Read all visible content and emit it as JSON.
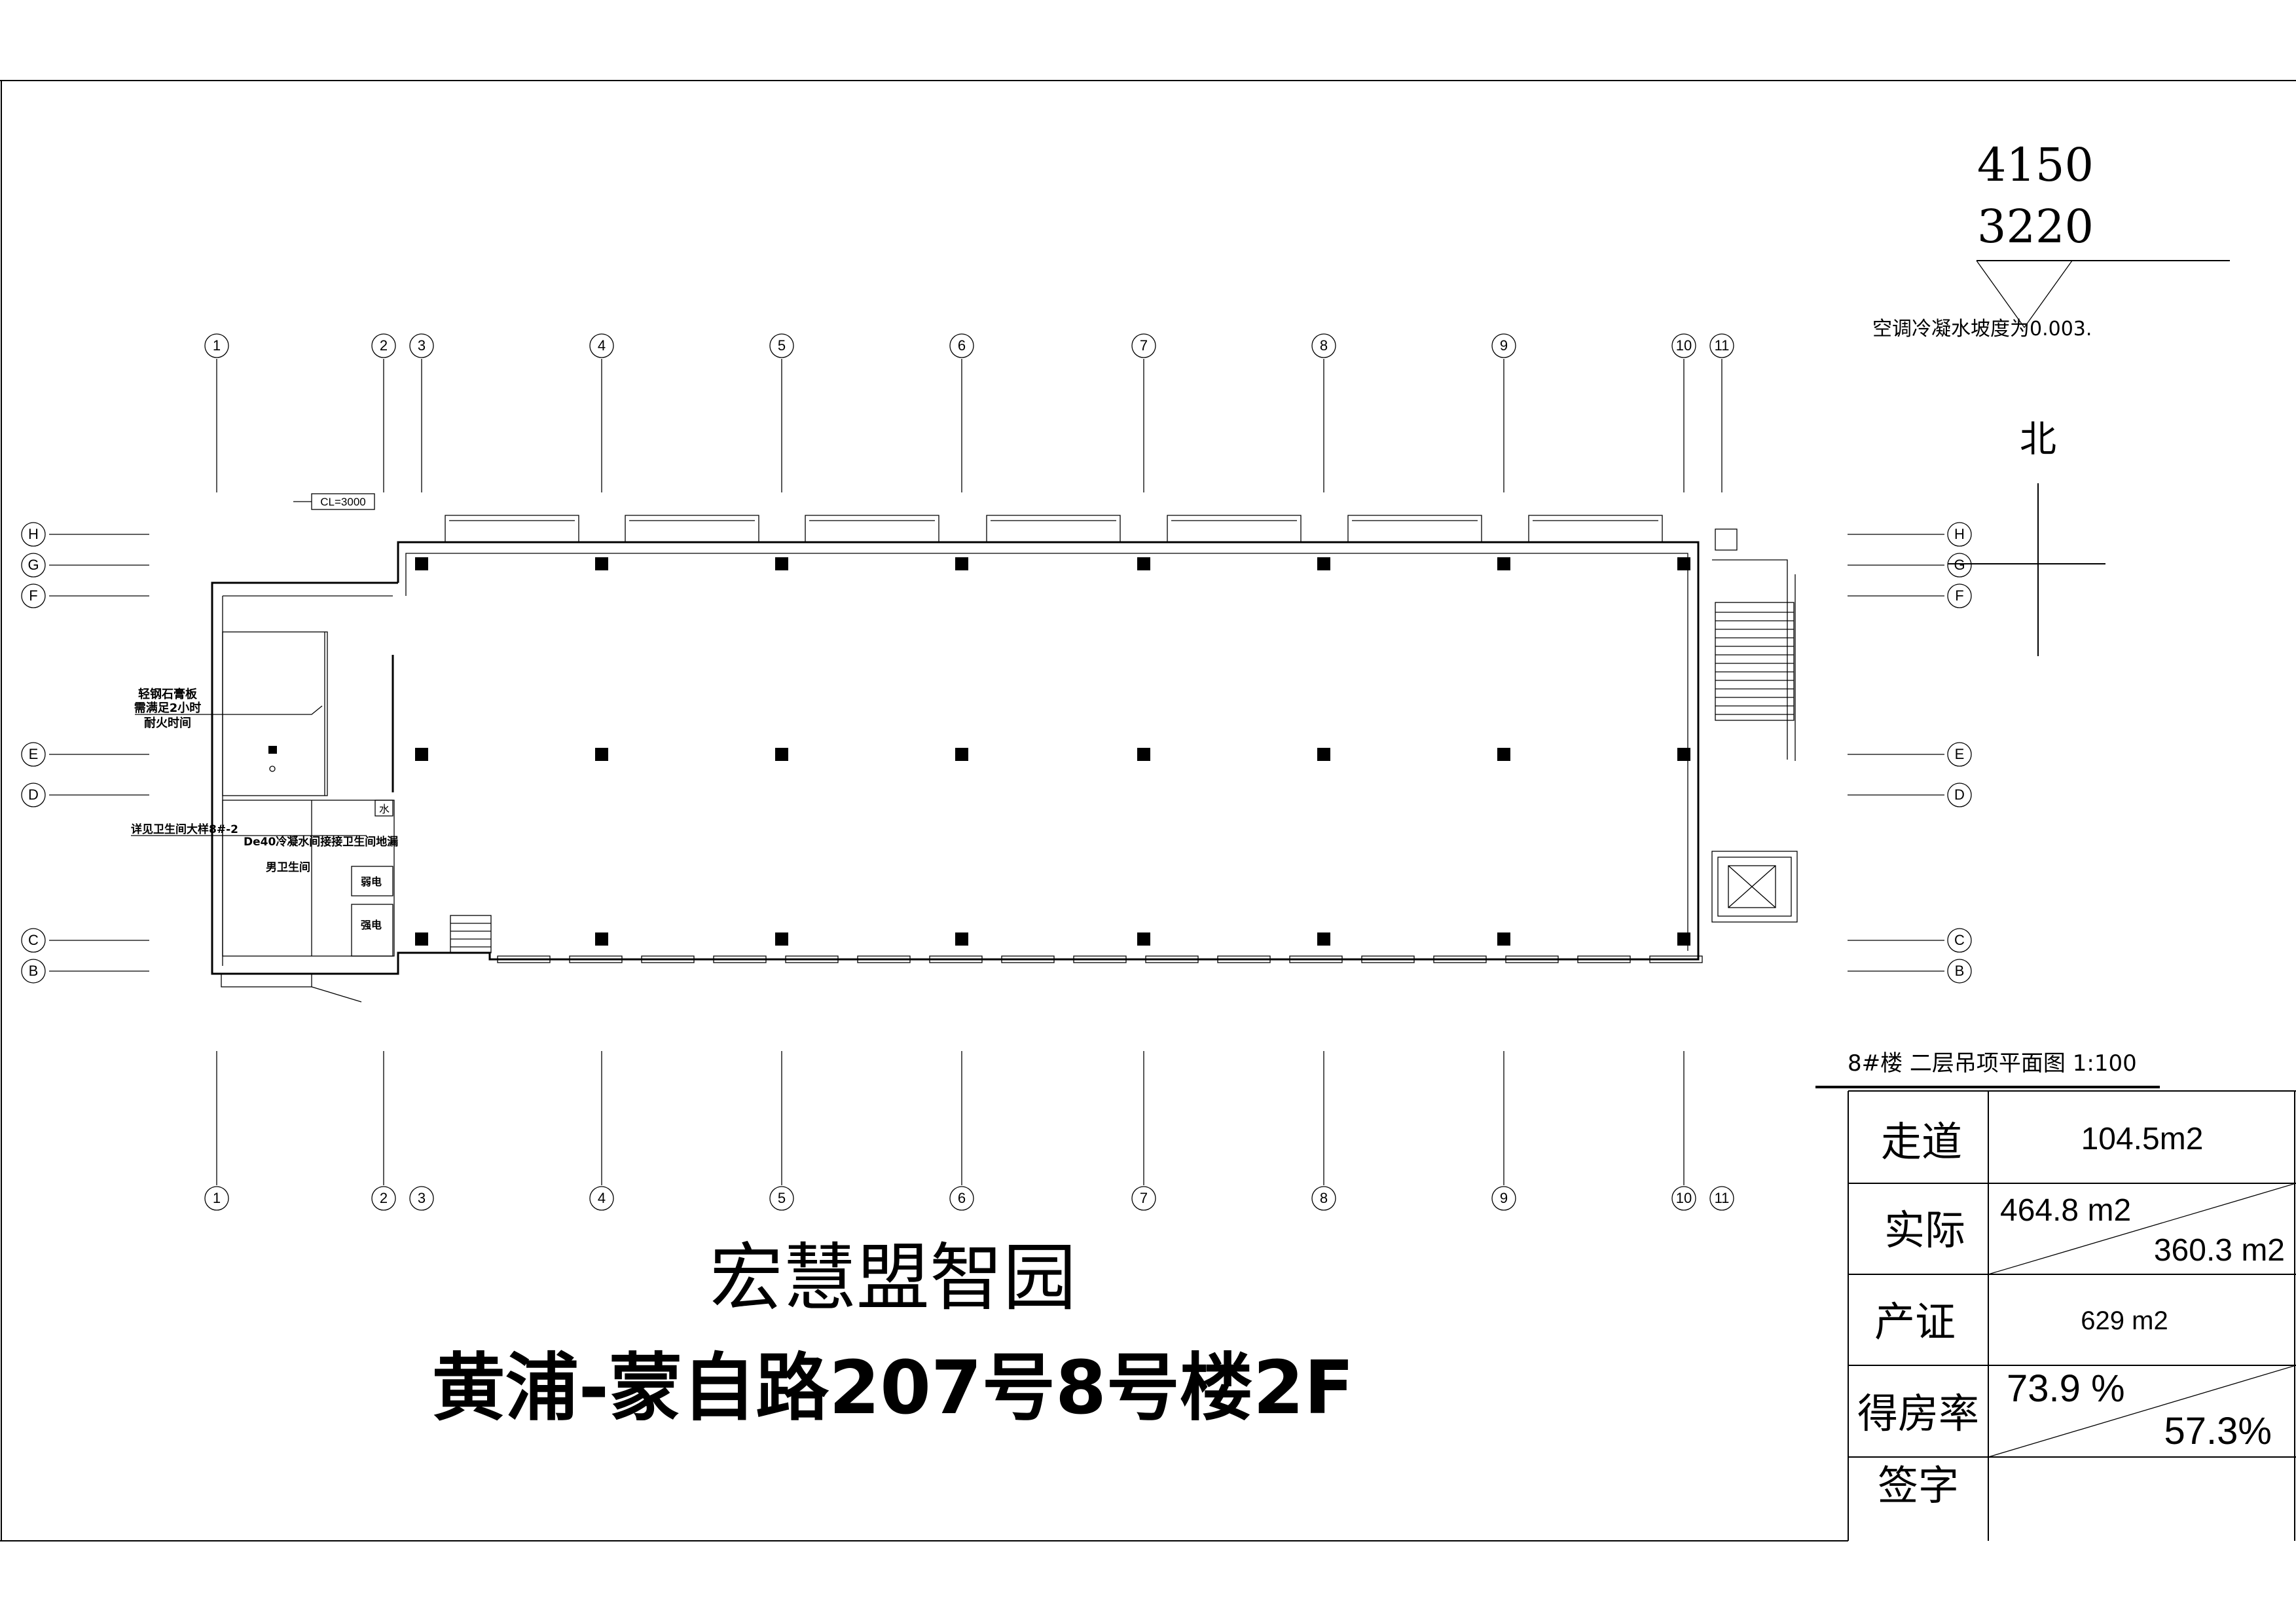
{
  "elevation": {
    "upper": "4150",
    "lower": "3220",
    "note": "空调冷凝水坡度为0.003."
  },
  "north_label": "北",
  "ceiling_tag": "CL=3000",
  "grid": {
    "columns": [
      "1",
      "2",
      "3",
      "4",
      "5",
      "6",
      "7",
      "8",
      "9",
      "10",
      "11"
    ],
    "rows": [
      "H",
      "G",
      "F",
      "E",
      "D",
      "C",
      "B"
    ]
  },
  "annotations": {
    "partition_line1": "轻钢石膏板",
    "partition_line2": "需满足2小时",
    "partition_line3": "耐火时间",
    "toilet_detail": "详见卫生间大样8#-2",
    "drain_note": "De40冷凝水间接接卫生间地漏",
    "mens_toilet": "男卫生间",
    "weak_current": "弱电",
    "strong_current": "强电",
    "water": "水"
  },
  "drawing_title": "8#楼 二层吊项平面图  1:100",
  "project": {
    "name": "宏慧盟智园",
    "address": "黄浦-蒙自路207号8号楼2F"
  },
  "area_table": {
    "rows": [
      {
        "label": "走道",
        "value": "104.5m2"
      },
      {
        "label": "实际",
        "value_top": "464.8 m2",
        "value_bottom": "360.3 m2"
      },
      {
        "label": "产证",
        "value": "629 m2"
      },
      {
        "label": "得房率",
        "value_top": "73.9 %",
        "value_bottom": "57.3%"
      },
      {
        "label": "签字",
        "value": ""
      }
    ]
  }
}
